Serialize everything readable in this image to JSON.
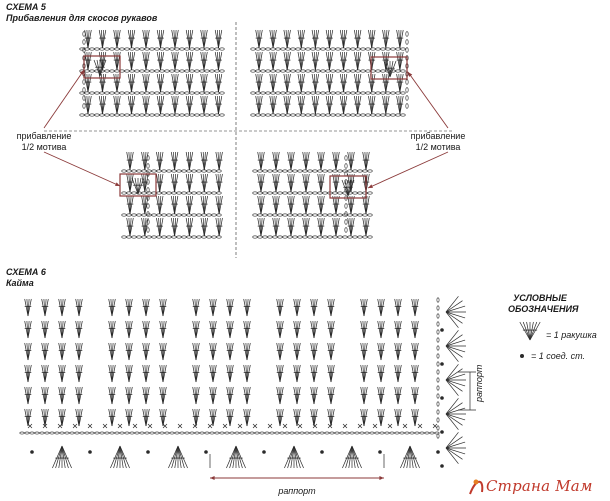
{
  "scheme5": {
    "title": "СХЕМА 5",
    "subtitle": "Прибавления для скосов рукавов",
    "note_left_line1": "прибавление",
    "note_left_line2": "1/2 мотива",
    "note_right_line1": "прибавление",
    "note_right_line2": "1/2 мотива"
  },
  "scheme6": {
    "title": "СХЕМА 6",
    "subtitle": "Кайма",
    "repeat_bottom": "раппорт",
    "repeat_side": "раппорт"
  },
  "legend": {
    "title_line1": "УСЛОВНЫЕ",
    "title_line2": "ОБОЗНАЧЕНИЯ",
    "shell": "= 1 ракушка",
    "slip": "= 1 соед. ст."
  },
  "watermark": "Страна Мам",
  "colors": {
    "ink": "#2a2a2a",
    "highlight_box": "#8b3a3a",
    "arrow": "#8b3a3a",
    "watermark": "#c0392b"
  }
}
